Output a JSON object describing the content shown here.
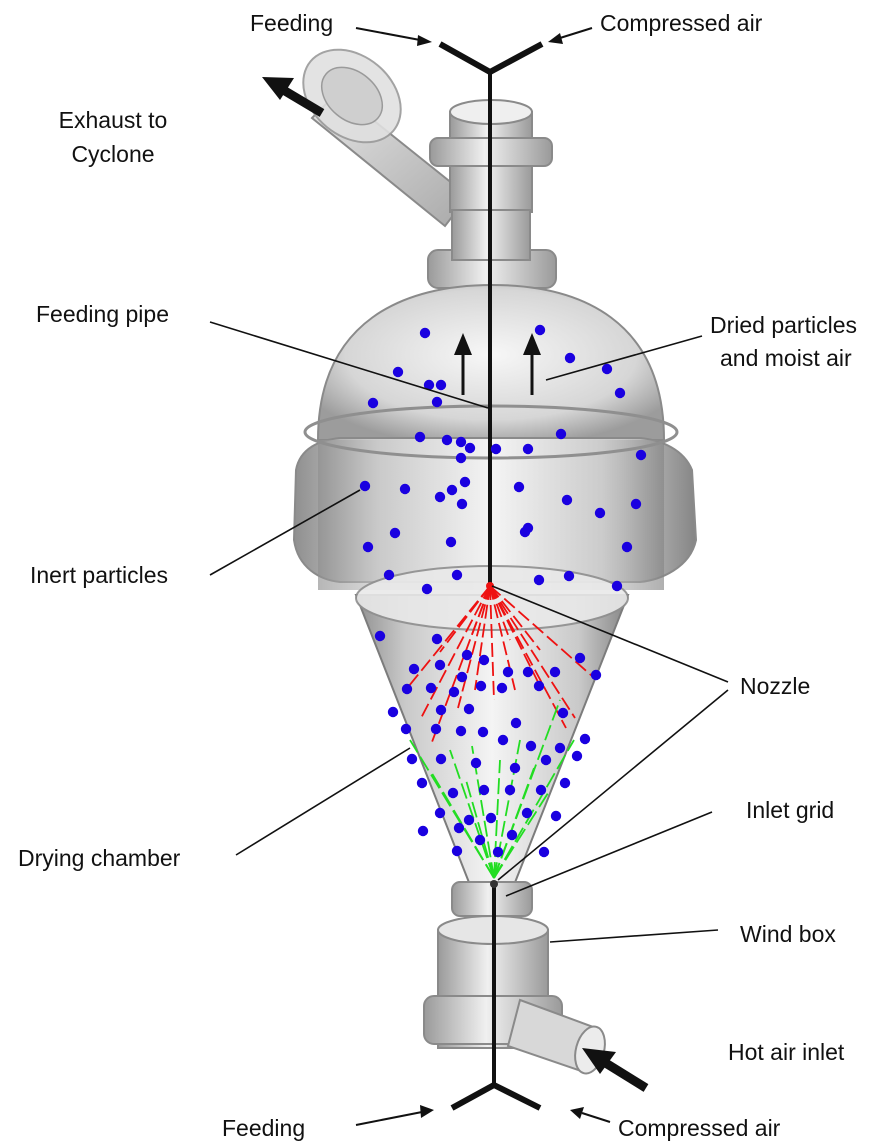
{
  "labels": {
    "feeding_top": "Feeding",
    "compressed_air_top": "Compressed air",
    "exhaust_line1": "Exhaust to",
    "exhaust_line2": "Cyclone",
    "feeding_pipe": "Feeding pipe",
    "dried_line1": "Dried particles",
    "dried_line2": "and moist air",
    "inert_particles": "Inert particles",
    "nozzle": "Nozzle",
    "drying_chamber": "Drying chamber",
    "inlet_grid": "Inlet grid",
    "wind_box": "Wind box",
    "hot_air_inlet": "Hot air inlet",
    "feeding_bottom": "Feeding",
    "compressed_air_bottom": "Compressed air"
  },
  "colors": {
    "particle": "#1a00e0",
    "spray_red": "#ee1111",
    "spray_green": "#22dd22",
    "vessel_fill": "#d9d9d9",
    "vessel_edge": "#8a8a8a",
    "line": "#111111"
  }
}
